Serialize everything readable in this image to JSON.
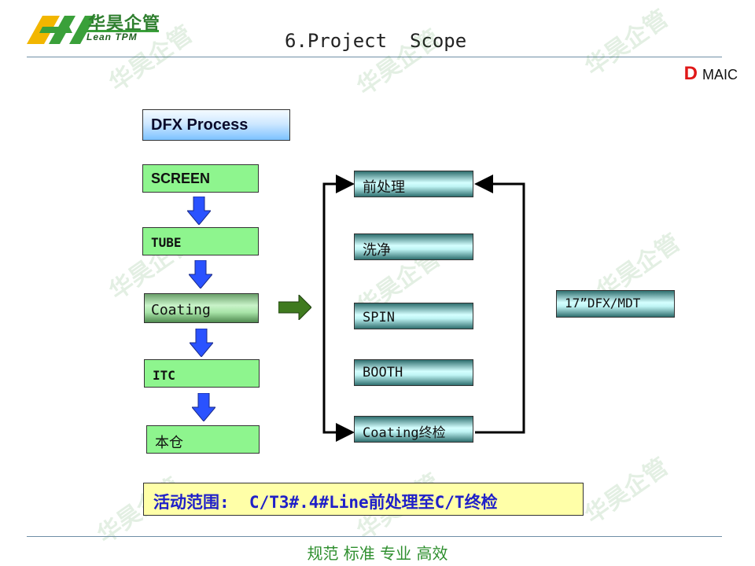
{
  "header": {
    "brand_cn": "华昊企管",
    "brand_en": "Lean TPM",
    "title": "6.Project  Scope",
    "dmaic_d": "D",
    "dmaic_rest": "MAIC"
  },
  "watermark_text": "华昊企管",
  "dfx_title": "DFX Process",
  "left_flow": [
    {
      "label": "SCREEN"
    },
    {
      "label": "TUBE"
    },
    {
      "label": "Coating"
    },
    {
      "label": "ITC"
    },
    {
      "label": "本仓"
    }
  ],
  "middle_steps": [
    {
      "label": "前处理"
    },
    {
      "label": "洗净"
    },
    {
      "label": "SPIN"
    },
    {
      "label": "BOOTH"
    },
    {
      "label": "Coating终检"
    }
  ],
  "right_box": {
    "label": "17”DFX/MDT"
  },
  "scope_text": "活动范围:  C/T3#.4#Line前处理至C/T终检",
  "footer_slogan": "规范 标准 专业 高效",
  "colors": {
    "green_box": "#8ef58e",
    "scope_bg": "#ffffa8",
    "scope_text": "#2020c8",
    "arrow_blue": "#2a52ff",
    "arrow_green": "#3f7a1f",
    "dmaic_red": "#e01818",
    "slogan_green": "#2f8f2f"
  }
}
